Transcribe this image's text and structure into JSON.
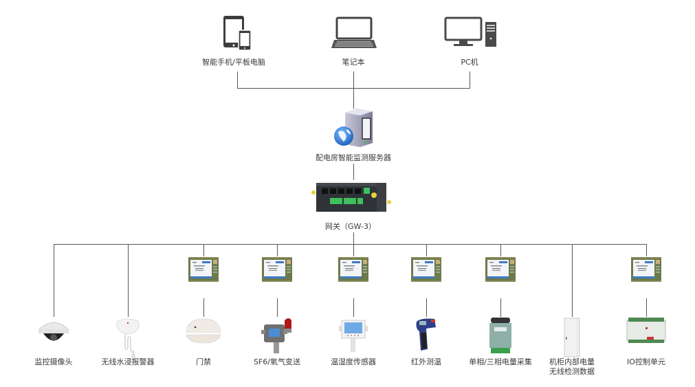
{
  "clients": [
    {
      "id": "tablet-phone",
      "label": "智能手机/平板电脑"
    },
    {
      "id": "laptop",
      "label": "笔记本"
    },
    {
      "id": "pc",
      "label": "PC机"
    }
  ],
  "server": {
    "label": "配电房智能监测服务器"
  },
  "gateway": {
    "label": "网关（GW-3）"
  },
  "devices": [
    {
      "id": "camera",
      "label": "监控摄像头",
      "module": false
    },
    {
      "id": "water-leak",
      "label": "无线水浸报警器",
      "module": false
    },
    {
      "id": "door",
      "label": "门禁",
      "module": true
    },
    {
      "id": "sf6",
      "label": "SF6/氧气变送",
      "module": true
    },
    {
      "id": "temp-humidity",
      "label": "温湿度传感器",
      "module": true
    },
    {
      "id": "infrared",
      "label": "红外测温",
      "module": true
    },
    {
      "id": "power-meter",
      "label": "单相/三相电量采集",
      "module": true
    },
    {
      "id": "cabinet",
      "label": "机柜内部电量",
      "label2": "无线检测数据",
      "module": false
    },
    {
      "id": "io-unit",
      "label": "IO控制单元",
      "module": true
    }
  ]
}
